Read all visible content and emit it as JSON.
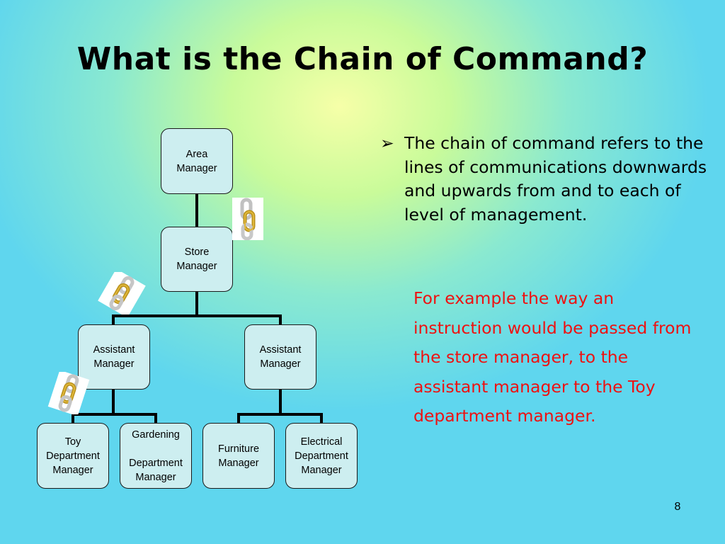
{
  "slide": {
    "title": "What is the Chain of Command?",
    "page_number": "8"
  },
  "org_chart": {
    "nodes": {
      "area_manager": "Area\nManager",
      "store_manager": "Store\nManager",
      "assistant_manager_left": "Assistant\nManager",
      "assistant_manager_right": "Assistant\nManager",
      "toy_department_manager": "Toy\nDepartment\nManager",
      "gardening_department_manager": "Gardening\n\nDepartment\nManager",
      "furniture_manager": "Furniture\nManager",
      "electrical_department_manager": "Electrical\nDepartment\nManager"
    },
    "colors": {
      "node_fill": "#cdeef0",
      "node_border": "#1a1a1a",
      "connector": "#000000"
    }
  },
  "text": {
    "bullet_marker": "➢",
    "bullet": "The chain of command refers to the lines of communications downwards and upwards from and to each of level of management.",
    "example": "For example the way an instruction would be passed from the store manager, to the assistant manager to the Toy department manager.",
    "example_color": "#ee1111"
  },
  "icons": [
    "chain-link-icon"
  ]
}
